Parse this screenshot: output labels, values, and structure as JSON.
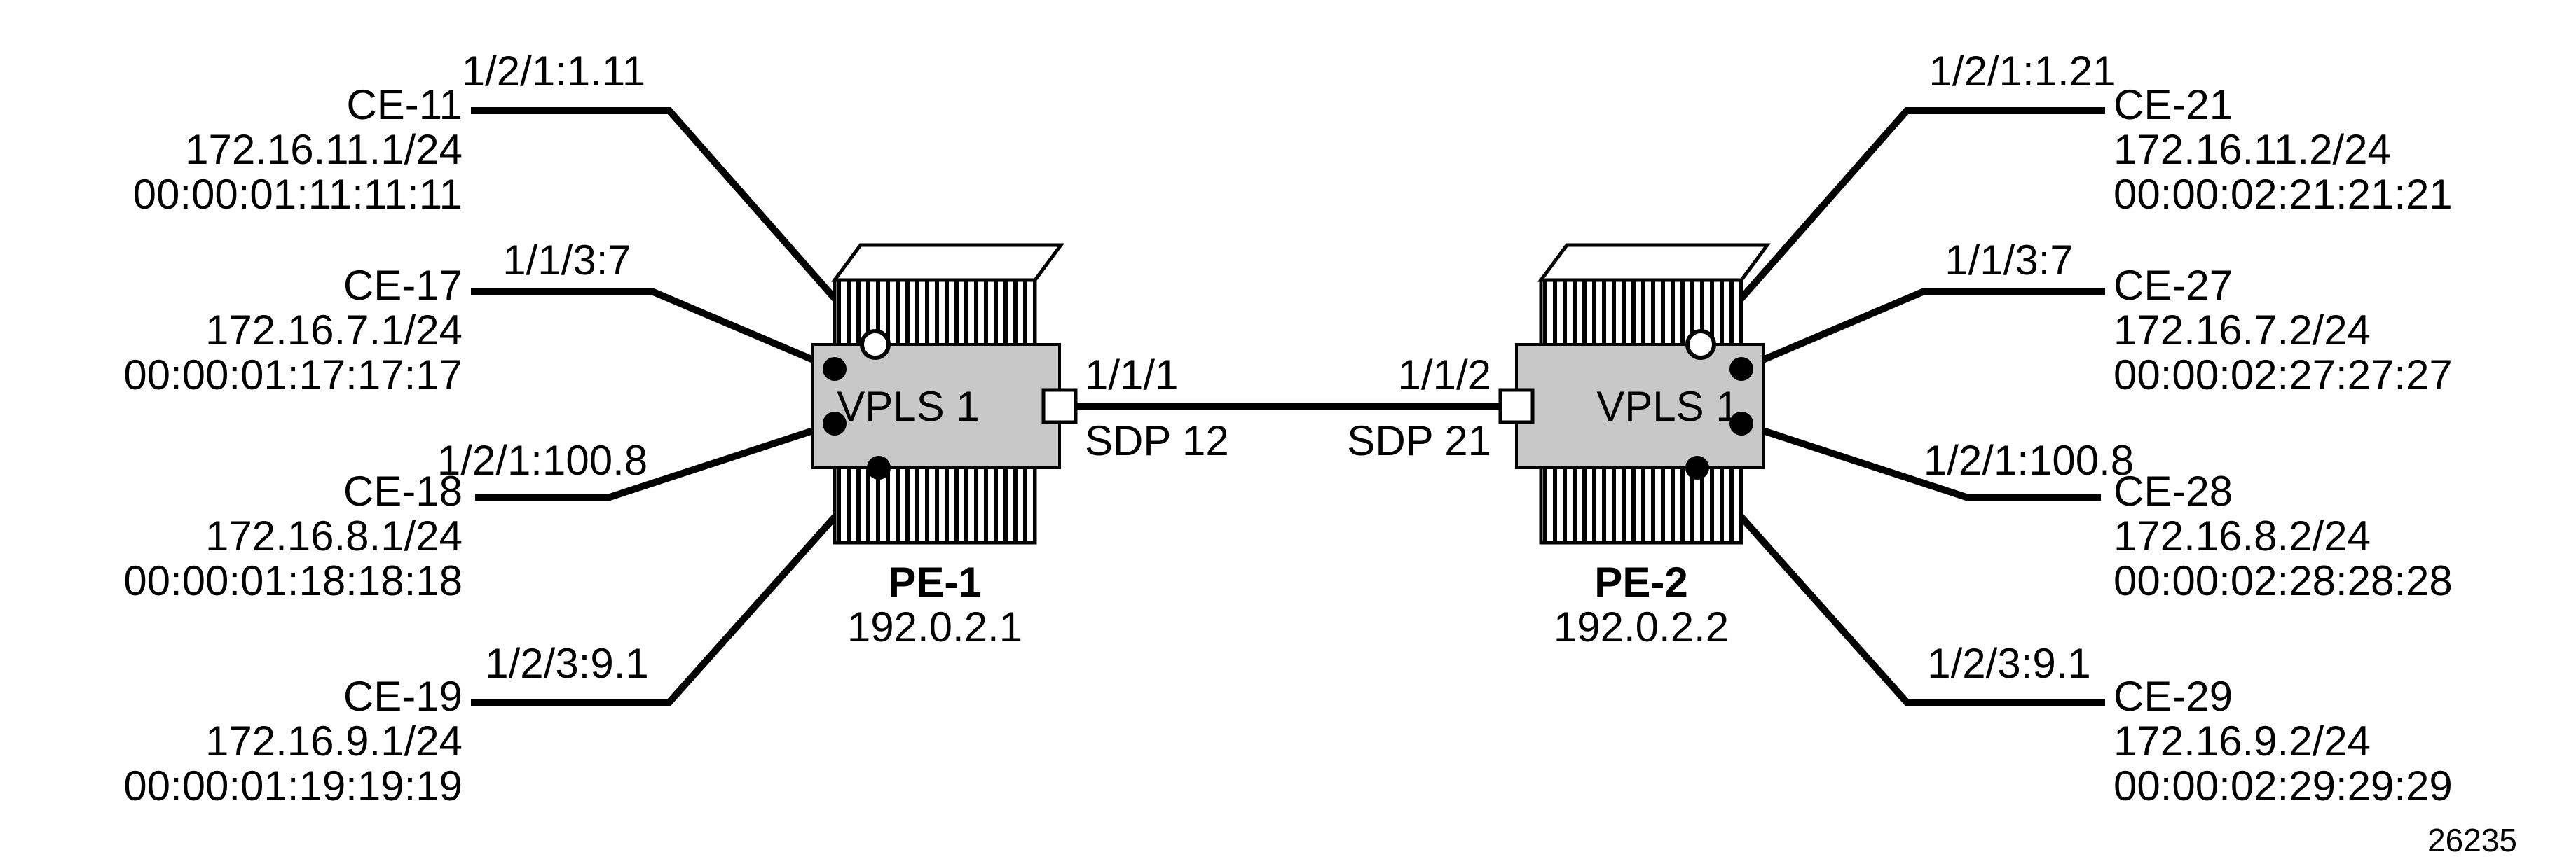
{
  "figure_number": "26235",
  "colors": {
    "band": "#c8c8c8",
    "line": "#000000"
  },
  "left_ces": [
    {
      "name": "CE-11",
      "ip": "172.16.11.1/24",
      "mac": "00:00:01:11:11:11",
      "interface": "1/2/1:1.11"
    },
    {
      "name": "CE-17",
      "ip": "172.16.7.1/24",
      "mac": "00:00:01:17:17:17",
      "interface": "1/1/3:7"
    },
    {
      "name": "CE-18",
      "ip": "172.16.8.1/24",
      "mac": "00:00:01:18:18:18",
      "interface": "1/2/1:100.8"
    },
    {
      "name": "CE-19",
      "ip": "172.16.9.1/24",
      "mac": "00:00:01:19:19:19",
      "interface": "1/2/3:9.1"
    }
  ],
  "right_ces": [
    {
      "name": "CE-21",
      "ip": "172.16.11.2/24",
      "mac": "00:00:02:21:21:21",
      "interface": "1/2/1:1.21"
    },
    {
      "name": "CE-27",
      "ip": "172.16.7.2/24",
      "mac": "00:00:02:27:27:27",
      "interface": "1/1/3:7"
    },
    {
      "name": "CE-28",
      "ip": "172.16.8.2/24",
      "mac": "00:00:02:28:28:28",
      "interface": "1/2/1:100.8"
    },
    {
      "name": "CE-29",
      "ip": "172.16.9.2/24",
      "mac": "00:00:02:29:29:29",
      "interface": "1/2/3:9.1"
    }
  ],
  "pe1": {
    "name": "PE-1",
    "ip": "192.0.2.1",
    "service": "VPLS 1",
    "port": "1/1/1",
    "sdp": "SDP 12"
  },
  "pe2": {
    "name": "PE-2",
    "ip": "192.0.2.2",
    "service": "VPLS 1",
    "port": "1/1/2",
    "sdp": "SDP 21"
  }
}
